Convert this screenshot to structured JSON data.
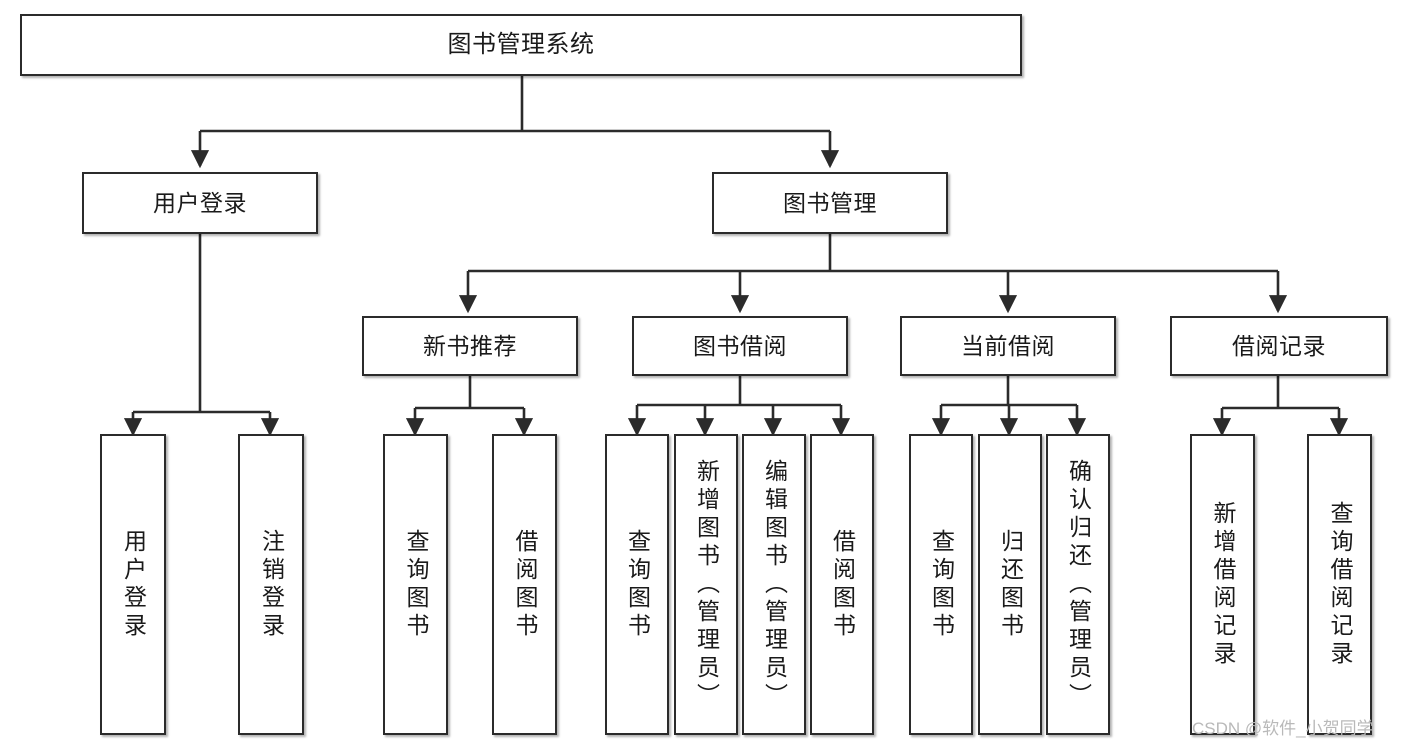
{
  "diagram": {
    "type": "tree-hierarchy",
    "title": "图书管理系统",
    "orientation": "top-down",
    "nodes": {
      "root": {
        "label": "图书管理系统"
      },
      "level2": [
        {
          "id": "user-login",
          "label": "用户登录"
        },
        {
          "id": "book-manage",
          "label": "图书管理"
        }
      ],
      "level3": [
        {
          "id": "new-book-recommend",
          "label": "新书推荐",
          "parent": "book-manage"
        },
        {
          "id": "book-borrow",
          "label": "图书借阅",
          "parent": "book-manage"
        },
        {
          "id": "current-borrow",
          "label": "当前借阅",
          "parent": "book-manage"
        },
        {
          "id": "borrow-record",
          "label": "借阅记录",
          "parent": "book-manage"
        }
      ],
      "leaves": [
        {
          "id": "leaf-user-login",
          "label": "用户登录",
          "parent": "user-login"
        },
        {
          "id": "leaf-user-logout",
          "label": "注销登录",
          "parent": "user-login"
        },
        {
          "id": "leaf-query-book-1",
          "label": "查询图书",
          "parent": "new-book-recommend"
        },
        {
          "id": "leaf-borrow-book-1",
          "label": "借阅图书",
          "parent": "new-book-recommend"
        },
        {
          "id": "leaf-query-book-2",
          "label": "查询图书",
          "parent": "book-borrow"
        },
        {
          "id": "leaf-add-book",
          "label": "新增图书（管理员）",
          "parent": "book-borrow"
        },
        {
          "id": "leaf-edit-book",
          "label": "编辑图书（管理员）",
          "parent": "book-borrow"
        },
        {
          "id": "leaf-borrow-book-2",
          "label": "借阅图书",
          "parent": "book-borrow"
        },
        {
          "id": "leaf-query-book-3",
          "label": "查询图书",
          "parent": "current-borrow"
        },
        {
          "id": "leaf-return-book",
          "label": "归还图书",
          "parent": "current-borrow"
        },
        {
          "id": "leaf-confirm-return",
          "label": "确认归还（管理员）",
          "parent": "current-borrow"
        },
        {
          "id": "leaf-add-record",
          "label": "新增借阅记录",
          "parent": "borrow-record"
        },
        {
          "id": "leaf-query-record",
          "label": "查询借阅记录",
          "parent": "borrow-record"
        }
      ]
    },
    "colors": {
      "node_border": "#2b2b2b",
      "node_fill": "#ffffff",
      "edge": "#2b2b2b",
      "text": "#1a1a1a",
      "watermark": "#b9b9b9"
    }
  },
  "watermark": {
    "text": "CSDN @软件_小贺同学"
  }
}
